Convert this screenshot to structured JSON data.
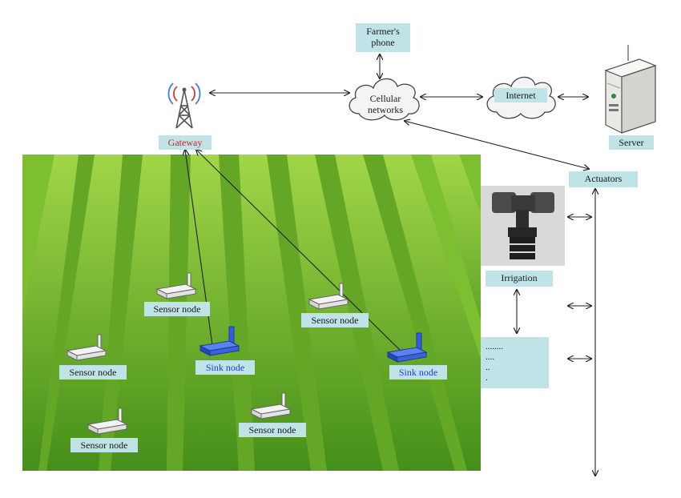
{
  "labels": {
    "farmers_phone": "Farmer's phone",
    "cellular_networks": "Cellular networks",
    "internet": "Internet",
    "server": "Server",
    "gateway": "Gateway",
    "actuators": "Actuators",
    "irrigation": "Irrigation",
    "sensor_node": "Sensor node",
    "sink_node": "Sink node"
  },
  "ellipsis_lines": [
    "........",
    "....",
    "..",
    "."
  ],
  "colors": {
    "label_bg": "#bfe3e6",
    "sink_text": "#1a3fd6",
    "gateway_text": "#c0262b",
    "sink_device": "#2f5fe0",
    "sensor_device": "#e8ecef"
  }
}
